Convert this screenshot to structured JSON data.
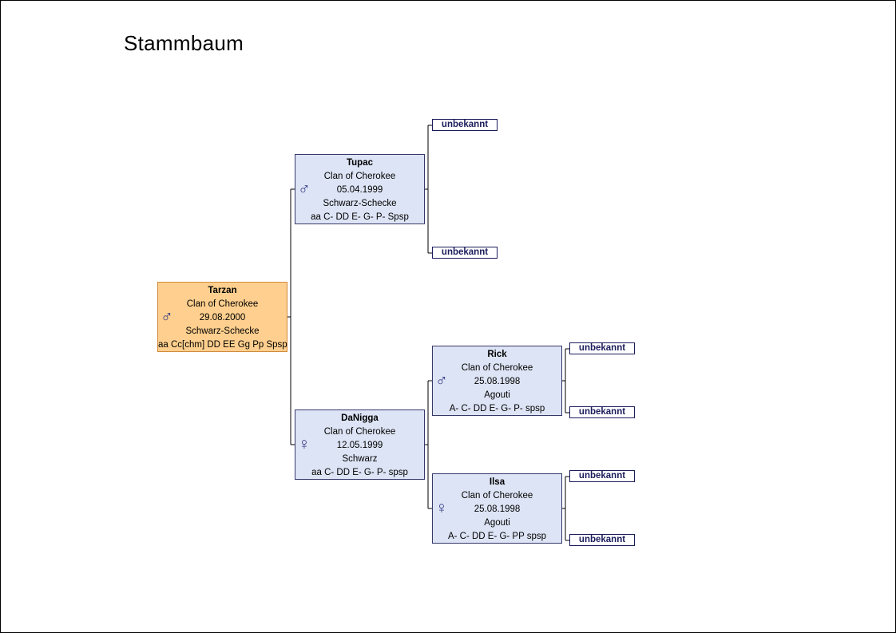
{
  "title": "Stammbaum",
  "colors": {
    "node_fill": "#dde4f5",
    "focus_fill": "#fecf8e",
    "border": "#36386a",
    "symbol": "#3a3e88"
  },
  "symbols": {
    "male": "♂",
    "female": "♀"
  },
  "root": {
    "name": "Tarzan",
    "breeder": "Clan of Cherokee",
    "birth": "29.08.2000",
    "color": "Schwarz-Schecke",
    "genotype": "aa Cc[chm] DD EE Gg Pp Spsp",
    "sex": "male"
  },
  "sire": {
    "name": "Tupac",
    "breeder": "Clan of Cherokee",
    "birth": "05.04.1999",
    "color": "Schwarz-Schecke",
    "genotype": "aa C- DD E- G- P- Spsp",
    "sex": "male"
  },
  "dam": {
    "name": "DaNigga",
    "breeder": "Clan of Cherokee",
    "birth": "12.05.1999",
    "color": "Schwarz",
    "genotype": "aa C- DD E- G- P- spsp",
    "sex": "female"
  },
  "dam_sire": {
    "name": "Rick",
    "breeder": "Clan of Cherokee",
    "birth": "25.08.1998",
    "color": "Agouti",
    "genotype": "A- C- DD E- G- P- spsp",
    "sex": "male"
  },
  "dam_dam": {
    "name": "Ilsa",
    "breeder": "Clan of Cherokee",
    "birth": "25.08.1998",
    "color": "Agouti",
    "genotype": "A- C- DD E- G- PP spsp",
    "sex": "female"
  },
  "unknown_label": "unbekannt"
}
